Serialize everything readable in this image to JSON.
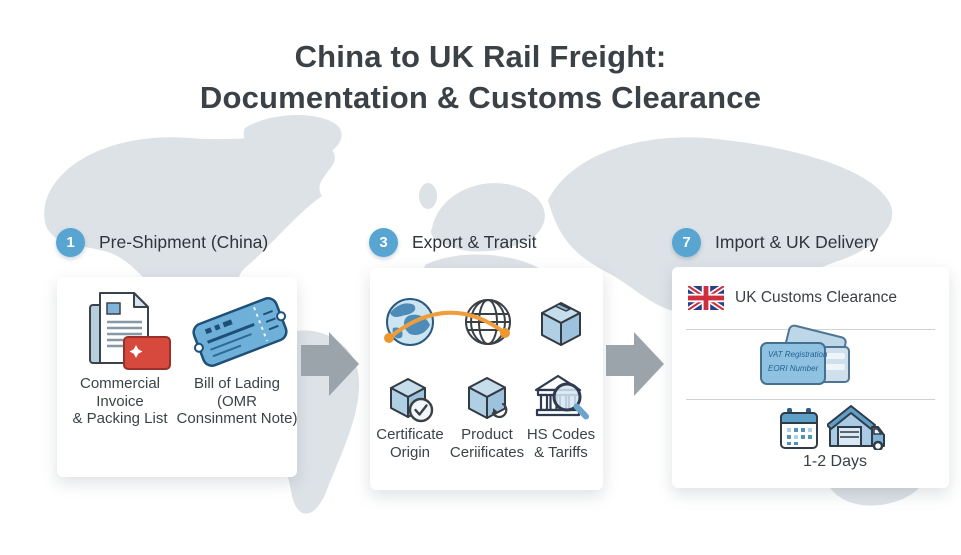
{
  "title": {
    "line1": "China to UK Rail Freight:",
    "line2": "Documentation & Customs Clearance"
  },
  "stages": [
    {
      "number": "1",
      "label": "Pre-Shipment (China)",
      "items": [
        {
          "icon": "invoice-documents-icon",
          "lines": [
            "Commercial Invoice",
            "& Packing List"
          ]
        },
        {
          "icon": "bill-of-lading-ticket-icon",
          "lines": [
            "Bill of Lading",
            "(OMR",
            "Consinment Note)"
          ]
        }
      ]
    },
    {
      "number": "3",
      "label": "Export & Transit",
      "transit_icons": [
        "globe-route-icon",
        "globe-grid-icon",
        "package-box-icon"
      ],
      "items": [
        {
          "icon": "box-check-icon",
          "lines": [
            "Certificate",
            "Origin"
          ]
        },
        {
          "icon": "box-return-icon",
          "lines": [
            "Product",
            "Ceriificates"
          ]
        },
        {
          "icon": "bank-magnifier-icon",
          "lines": [
            "HS Codes",
            "& Tariffs"
          ]
        }
      ]
    },
    {
      "number": "7",
      "label": "Import & UK Delivery",
      "customs": {
        "icon": "uk-flag-icon",
        "label": "UK Customs Clearance"
      },
      "registration": {
        "icon": "id-cards-icon",
        "lines": [
          "VAT Registration",
          "EORI Number"
        ]
      },
      "delivery": {
        "icons": [
          "calendar-icon",
          "warehouse-truck-icon"
        ],
        "duration": "1-2 Days"
      }
    }
  ],
  "colors": {
    "badge_blue": "#58a5d2",
    "arrow_gray": "#9ba4aa",
    "icon_blue": "#a9cbe4",
    "accent_red": "#d6493e",
    "route_orange": "#f09d3c",
    "flag_navy": "#2b3f87",
    "flag_red": "#cf2e3e",
    "title_text": "#3b4247",
    "map_gray": "#dde2e7"
  }
}
